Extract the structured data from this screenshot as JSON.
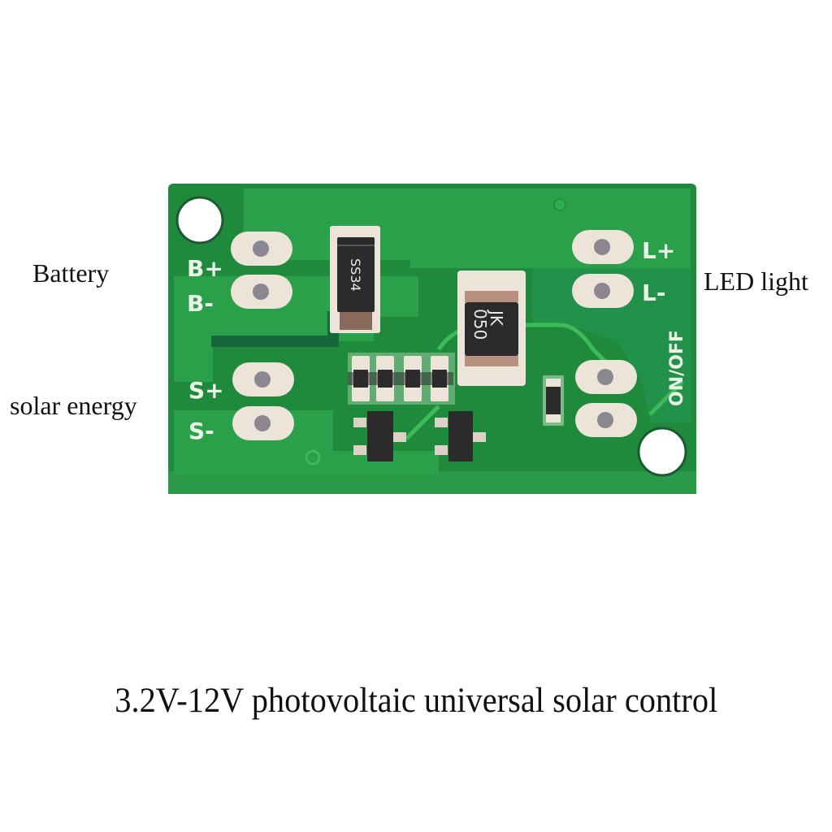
{
  "labels": {
    "battery": "Battery",
    "solar": "solar energy",
    "led": "LED light"
  },
  "caption": "3.2V-12V photovoltaic universal solar control",
  "pcb": {
    "silkscreen": {
      "b_plus": "B+",
      "b_minus": "B-",
      "s_plus": "S+",
      "s_minus": "S-",
      "l_plus": "L+",
      "l_minus": "L-",
      "switch": "ON/OFF"
    },
    "components": {
      "diode_marking": "SS34",
      "inductor_marking_line1": "JK",
      "inductor_marking_line2": "050"
    },
    "colors": {
      "board": "#1f8a3c",
      "board_light": "#2ea24c",
      "copper_dark": "#16683a",
      "pad": "#ece3d9",
      "chip": "#2b2b2b"
    }
  }
}
